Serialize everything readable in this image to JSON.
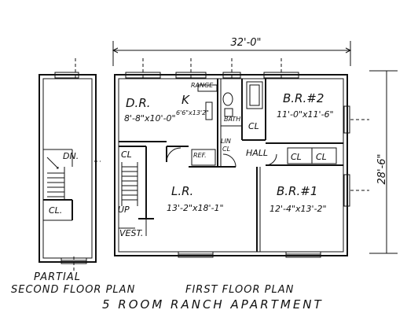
{
  "dimensions": {
    "width": "32'-0\"",
    "depth": "28'-6\""
  },
  "rooms": {
    "dining": {
      "name": "D.R.",
      "size": "8'-8\"x10'-0\""
    },
    "kitchen": {
      "name": "K",
      "size": "6'6\"x13'2\""
    },
    "bath": {
      "name": "BATH"
    },
    "hall": {
      "name": "HALL"
    },
    "bedroom2": {
      "name": "B.R.#2",
      "size": "11'-0\"x11'-6\""
    },
    "bedroom1": {
      "name": "B.R.#1",
      "size": "12'-4\"x13'-2\""
    },
    "living": {
      "name": "L.R.",
      "size": "13'-2\"x18'-1\""
    },
    "vestibule": {
      "name": "VEST."
    }
  },
  "fixtures": {
    "range": "RANGE",
    "refrigerator": "REF."
  },
  "closets": {
    "bath": "CL",
    "linen": "LIN",
    "hall_small": "CL",
    "br_a": "CL",
    "br_b": "CL",
    "vestibule": "CL",
    "second_floor": "CL."
  },
  "stairs": {
    "up": "UP",
    "down": "DN."
  },
  "captions": {
    "partial": "PARTIAL",
    "second_floor": "SECOND FLOOR PLAN",
    "first_floor": "FIRST FLOOR PLAN",
    "title": "5 ROOM RANCH APARTMENT"
  }
}
